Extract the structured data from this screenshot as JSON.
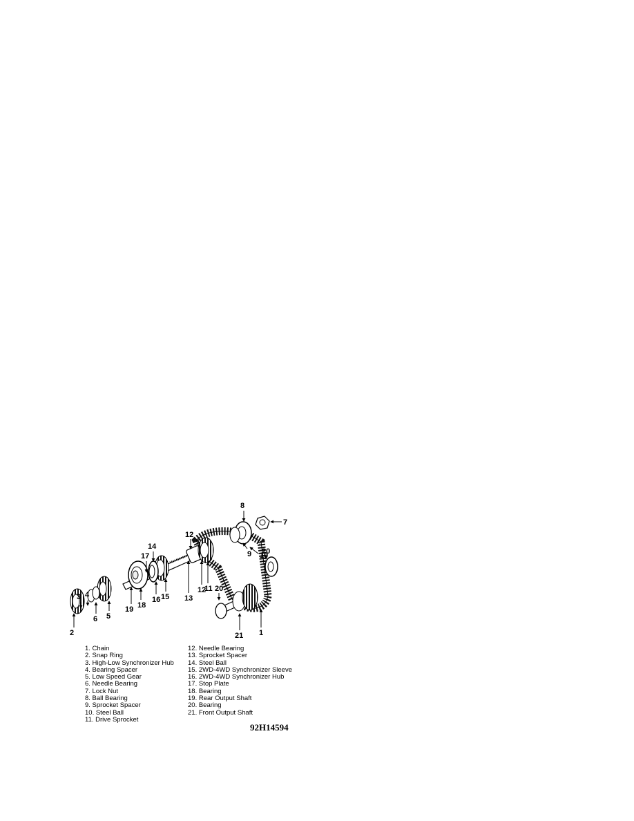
{
  "callouts": {
    "c1": "1",
    "c2": "2",
    "c3": "3",
    "c4": "4",
    "c5": "5",
    "c6": "6",
    "c7": "7",
    "c8": "8",
    "c9": "9",
    "c10": "10",
    "c11": "11",
    "c12a": "12",
    "c12b": "12",
    "c13": "13",
    "c14": "14",
    "c15": "15",
    "c16": "16",
    "c17": "17",
    "c18": "18",
    "c19": "19",
    "c20a": "20",
    "c20b": "20",
    "c21": "21"
  },
  "legend": {
    "left": [
      "1. Chain",
      "2. Snap Ring",
      "3. High-Low Synchronizer Hub",
      "4. Bearing Spacer",
      "5. Low Speed Gear",
      "6. Needle Bearing",
      "7. Lock Nut",
      "8. Ball Bearing",
      "9. Sprocket Spacer",
      "10. Steel Ball",
      "11. Drive Sprocket"
    ],
    "right": [
      "12. Needle Bearing",
      "13. Sprocket Spacer",
      "14. Steel Ball",
      "15. 2WD-4WD Synchronizer Sleeve",
      "16. 2WD-4WD Synchronizer Hub",
      "17. Stop Plate",
      "18. Bearing",
      "19. Rear Output Shaft",
      "20. Bearing",
      "21. Front Output Shaft"
    ]
  },
  "figure_id": "92H14594"
}
